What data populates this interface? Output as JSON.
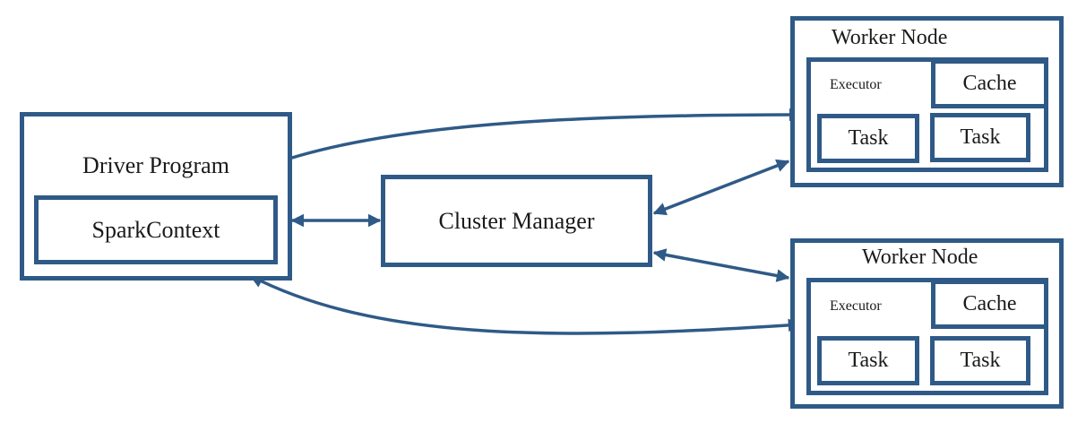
{
  "driver": {
    "title": "Driver Program",
    "context": "SparkContext"
  },
  "cluster_manager": {
    "label": "Cluster Manager"
  },
  "workers": [
    {
      "title": "Worker Node",
      "executor": "Executor",
      "cache": "Cache",
      "tasks": [
        "Task",
        "Task"
      ]
    },
    {
      "title": "Worker Node",
      "executor": "Executor",
      "cache": "Cache",
      "tasks": [
        "Task",
        "Task"
      ]
    }
  ],
  "colors": {
    "stroke": "#2f5a87",
    "text": "#1a1a1a",
    "background": "#ffffff"
  }
}
